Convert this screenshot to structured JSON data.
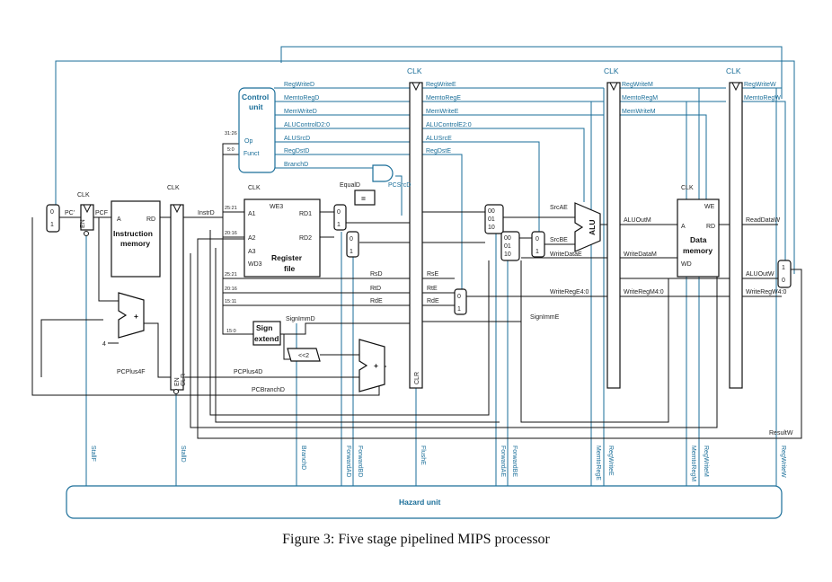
{
  "caption": "Figure 3: Five stage pipelined MIPS processor",
  "clk": "CLK",
  "blocks": {
    "control_unit": [
      "Control",
      "unit"
    ],
    "control_inputs": [
      "Op",
      "Funct"
    ],
    "instruction_memory": [
      "Instruction",
      "memory"
    ],
    "imem_ports": [
      "A",
      "RD"
    ],
    "register_file": [
      "Register",
      "file"
    ],
    "regfile_ports": [
      "WE3",
      "A1",
      "A2",
      "A3",
      "WD3",
      "RD1",
      "RD2"
    ],
    "sign_extend": [
      "Sign",
      "extend"
    ],
    "shift": "<<2",
    "alu": "ALU",
    "data_memory": [
      "Data",
      "memory"
    ],
    "dmem_ports": [
      "WE",
      "A",
      "RD",
      "WD"
    ],
    "hazard_unit": "Hazard unit",
    "adder": "+",
    "constant_four": "4",
    "equality": "="
  },
  "control_signals_d": [
    "RegWriteD",
    "MemtoRegD",
    "MemWriteD",
    "ALUControlD2:0",
    "ALUSrcD",
    "RegDstD",
    "BranchD"
  ],
  "control_signals_e": [
    "RegWriteE",
    "MemtoRegE",
    "MemWriteE",
    "ALUControlE2:0",
    "ALUSrcE",
    "RegDstE"
  ],
  "control_signals_m": [
    "RegWriteM",
    "MemtoRegM",
    "MemWriteM"
  ],
  "control_signals_w": [
    "RegWriteW",
    "MemtoRegW"
  ],
  "bit_fields": [
    "31:26",
    "5:0",
    "25:21",
    "20:16",
    "25:21",
    "20:16",
    "15:11",
    "15:0"
  ],
  "signals": {
    "pc": "PC'",
    "pcf": "PCF",
    "instrd": "InstrD",
    "equald": "EqualD",
    "pcsrcd": "PCSrcD",
    "rsd": "RsD",
    "rtd": "RtD",
    "rde": "RdE",
    "rse": "RsE",
    "rte": "RtE",
    "rde2": "RdE",
    "signimmd": "SignImmD",
    "signimme": "SignImmE",
    "srcae": "SrcAE",
    "srcbe": "SrcBE",
    "writedatae": "WriteDataE",
    "writerege": "WriteRegE4:0",
    "aluoutm": "ALUOutM",
    "writedatam": "WriteDataM",
    "writeregm": "WriteRegM4:0",
    "readdataw": "ReadDataW",
    "aluoutw": "ALUOutW",
    "writeregw": "WriteRegW4:0",
    "pcplus4f": "PCPlus4F",
    "pcplus4d": "PCPlus4D",
    "pcbranchd": "PCBranchD",
    "resultw": "ResultW"
  },
  "mux_labels": {
    "two_way": [
      "0",
      "1"
    ],
    "three_way": [
      "00",
      "01",
      "10"
    ],
    "enable": "EN",
    "clear": "CLR"
  },
  "hazard_signals": [
    "StallF",
    "StallD",
    "BranchD",
    "ForwardAD",
    "ForwardBD",
    "FlushE",
    "ForwardAE",
    "ForwardBE",
    "MemtoRegE",
    "RegWriteE",
    "MemtoRegM",
    "RegWriteM",
    "RegWriteW"
  ]
}
